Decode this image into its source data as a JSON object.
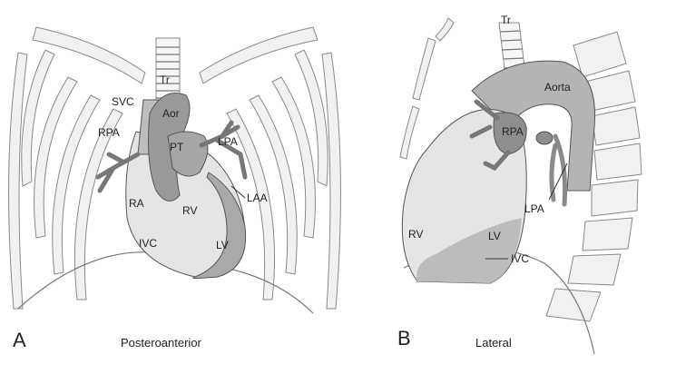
{
  "panel_a": {
    "letter": "A",
    "caption": "Posteroanterior",
    "labels": {
      "tr": "Tr",
      "svc": "SVC",
      "aor": "Aor",
      "rpa": "RPA",
      "pt": "PT",
      "lpa": "LPA",
      "laa": "LAA",
      "ra": "RA",
      "rv": "RV",
      "ivc": "IVC",
      "lv": "LV"
    }
  },
  "panel_b": {
    "letter": "B",
    "caption": "Lateral",
    "labels": {
      "tr": "Tr",
      "aorta": "Aorta",
      "rpa": "RPA",
      "lpa": "LPA",
      "rv": "RV",
      "lv": "LV",
      "ivc": "IVC"
    }
  },
  "colors": {
    "heart_light": "#e7e7e7",
    "heart_mid": "#b9b9b9",
    "vessel_dark": "#8e8e8e",
    "outline": "#555555"
  }
}
